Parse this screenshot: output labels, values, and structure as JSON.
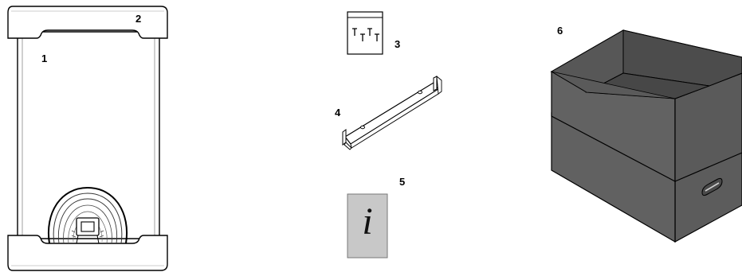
{
  "parts": [
    {
      "number": "1",
      "name": "charger-unit"
    },
    {
      "number": "2",
      "name": "front-cover"
    },
    {
      "number": "3",
      "name": "screw-bag"
    },
    {
      "number": "4",
      "name": "mounting-bracket"
    },
    {
      "number": "5",
      "name": "information-document"
    },
    {
      "number": "6",
      "name": "packaging-box"
    }
  ],
  "info_glyph": "i",
  "colors": {
    "line": "#000000",
    "unit_fill": "#ffffff",
    "document_fill": "#c8c8c8",
    "box_fill": "#5e5e5e",
    "box_inner": "#4c4c4c",
    "box_dark": "#454545"
  }
}
